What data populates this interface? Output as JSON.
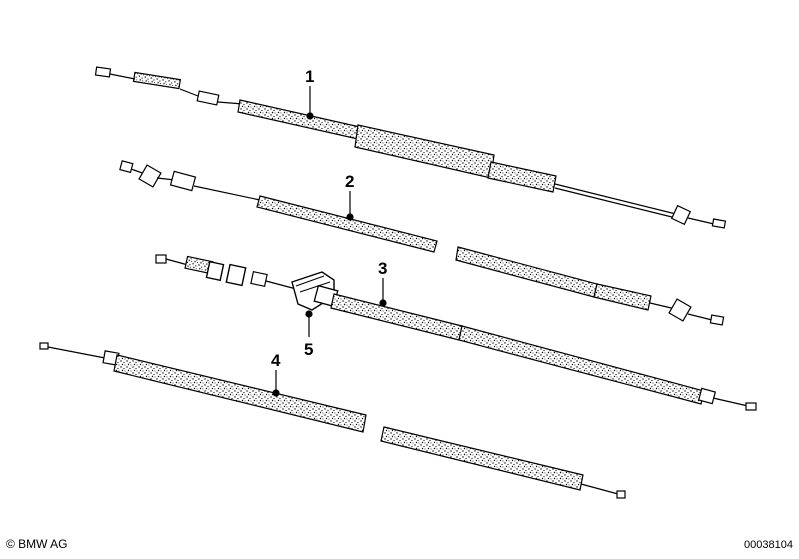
{
  "callouts": [
    "1",
    "2",
    "3",
    "4",
    "5"
  ],
  "footer": {
    "copyright": "© BMW AG",
    "diagram_id": "00038104"
  }
}
